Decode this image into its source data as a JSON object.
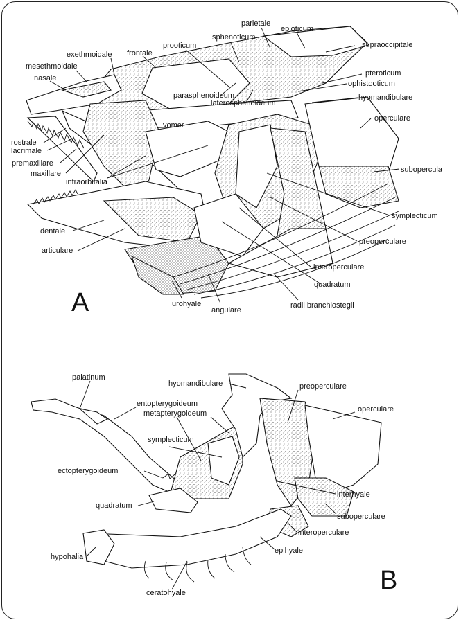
{
  "panels": {
    "a": "A",
    "b": "B"
  },
  "labels_a": {
    "parietale": "parietale",
    "epioticum": "epioticum",
    "sphenoticum": "sphenoticum",
    "supraoccipitale": "supraoccipitale",
    "prooticum": "prooticum",
    "frontale": "frontale",
    "exethmoidale": "exethmoidale",
    "mesethmoidale": "mesethmoidale",
    "nasale": "nasale",
    "pteroticum": "pteroticum",
    "ophistooticum": "ophistooticum",
    "parasphenoideum": "parasphenoideum",
    "laterosphenoideum": "laterosphenoideum",
    "hyomandibulare": "hyomandibulare",
    "vomer": "vomer",
    "operculare": "operculare",
    "rostrale": "rostrale",
    "lacrimale": "lacrimale",
    "premaxillare": "premaxillare",
    "maxillare": "maxillare",
    "infraorbitalia": "infraorbitalia",
    "subopercula": "subopercula",
    "symplecticum": "symplecticum",
    "dentale": "dentale",
    "articulare": "articulare",
    "preoperculare": "preoperculare",
    "interoperculare": "interoperculare",
    "quadratum": "quadratum",
    "urohyale": "urohyale",
    "angulare": "angulare",
    "radii": "radii branchiostegii"
  },
  "labels_b": {
    "palatinum": "palatinum",
    "hyomandibulare": "hyomandibulare",
    "preoperculare": "preoperculare",
    "entopterygoideum": "entopterygoideum",
    "metapterygoideum": "metapterygoideum",
    "operculare": "operculare",
    "symplecticum": "symplecticum",
    "ectopterygoideum": "ectopterygoideum",
    "interhyale": "interhyale",
    "quadratum": "quadratum",
    "suboperculare": "suboperculare",
    "interoperculare": "interoperculare",
    "epihyale": "epihyale",
    "hypohalia": "hypohalia",
    "ceratohyale": "ceratohyale"
  }
}
